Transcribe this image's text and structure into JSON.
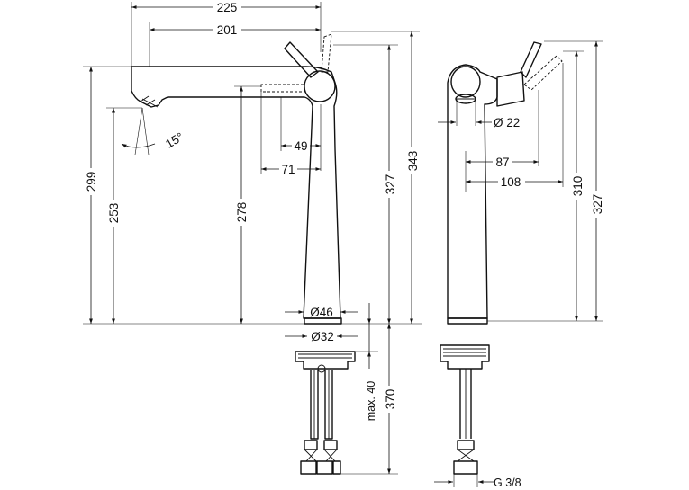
{
  "labels": {
    "d225": "225",
    "d201": "201",
    "d299": "299",
    "d253": "253",
    "a15": "15°",
    "d278": "278",
    "d49": "49",
    "d71": "71",
    "d327": "327",
    "d343": "343",
    "d46": "Ø46",
    "d32": "Ø32",
    "dmax40": "max. 40",
    "d370": "370",
    "d22": "Ø 22",
    "d87": "87",
    "d108": "108",
    "d310": "310",
    "d327b": "327",
    "g38": "G 3/8"
  }
}
